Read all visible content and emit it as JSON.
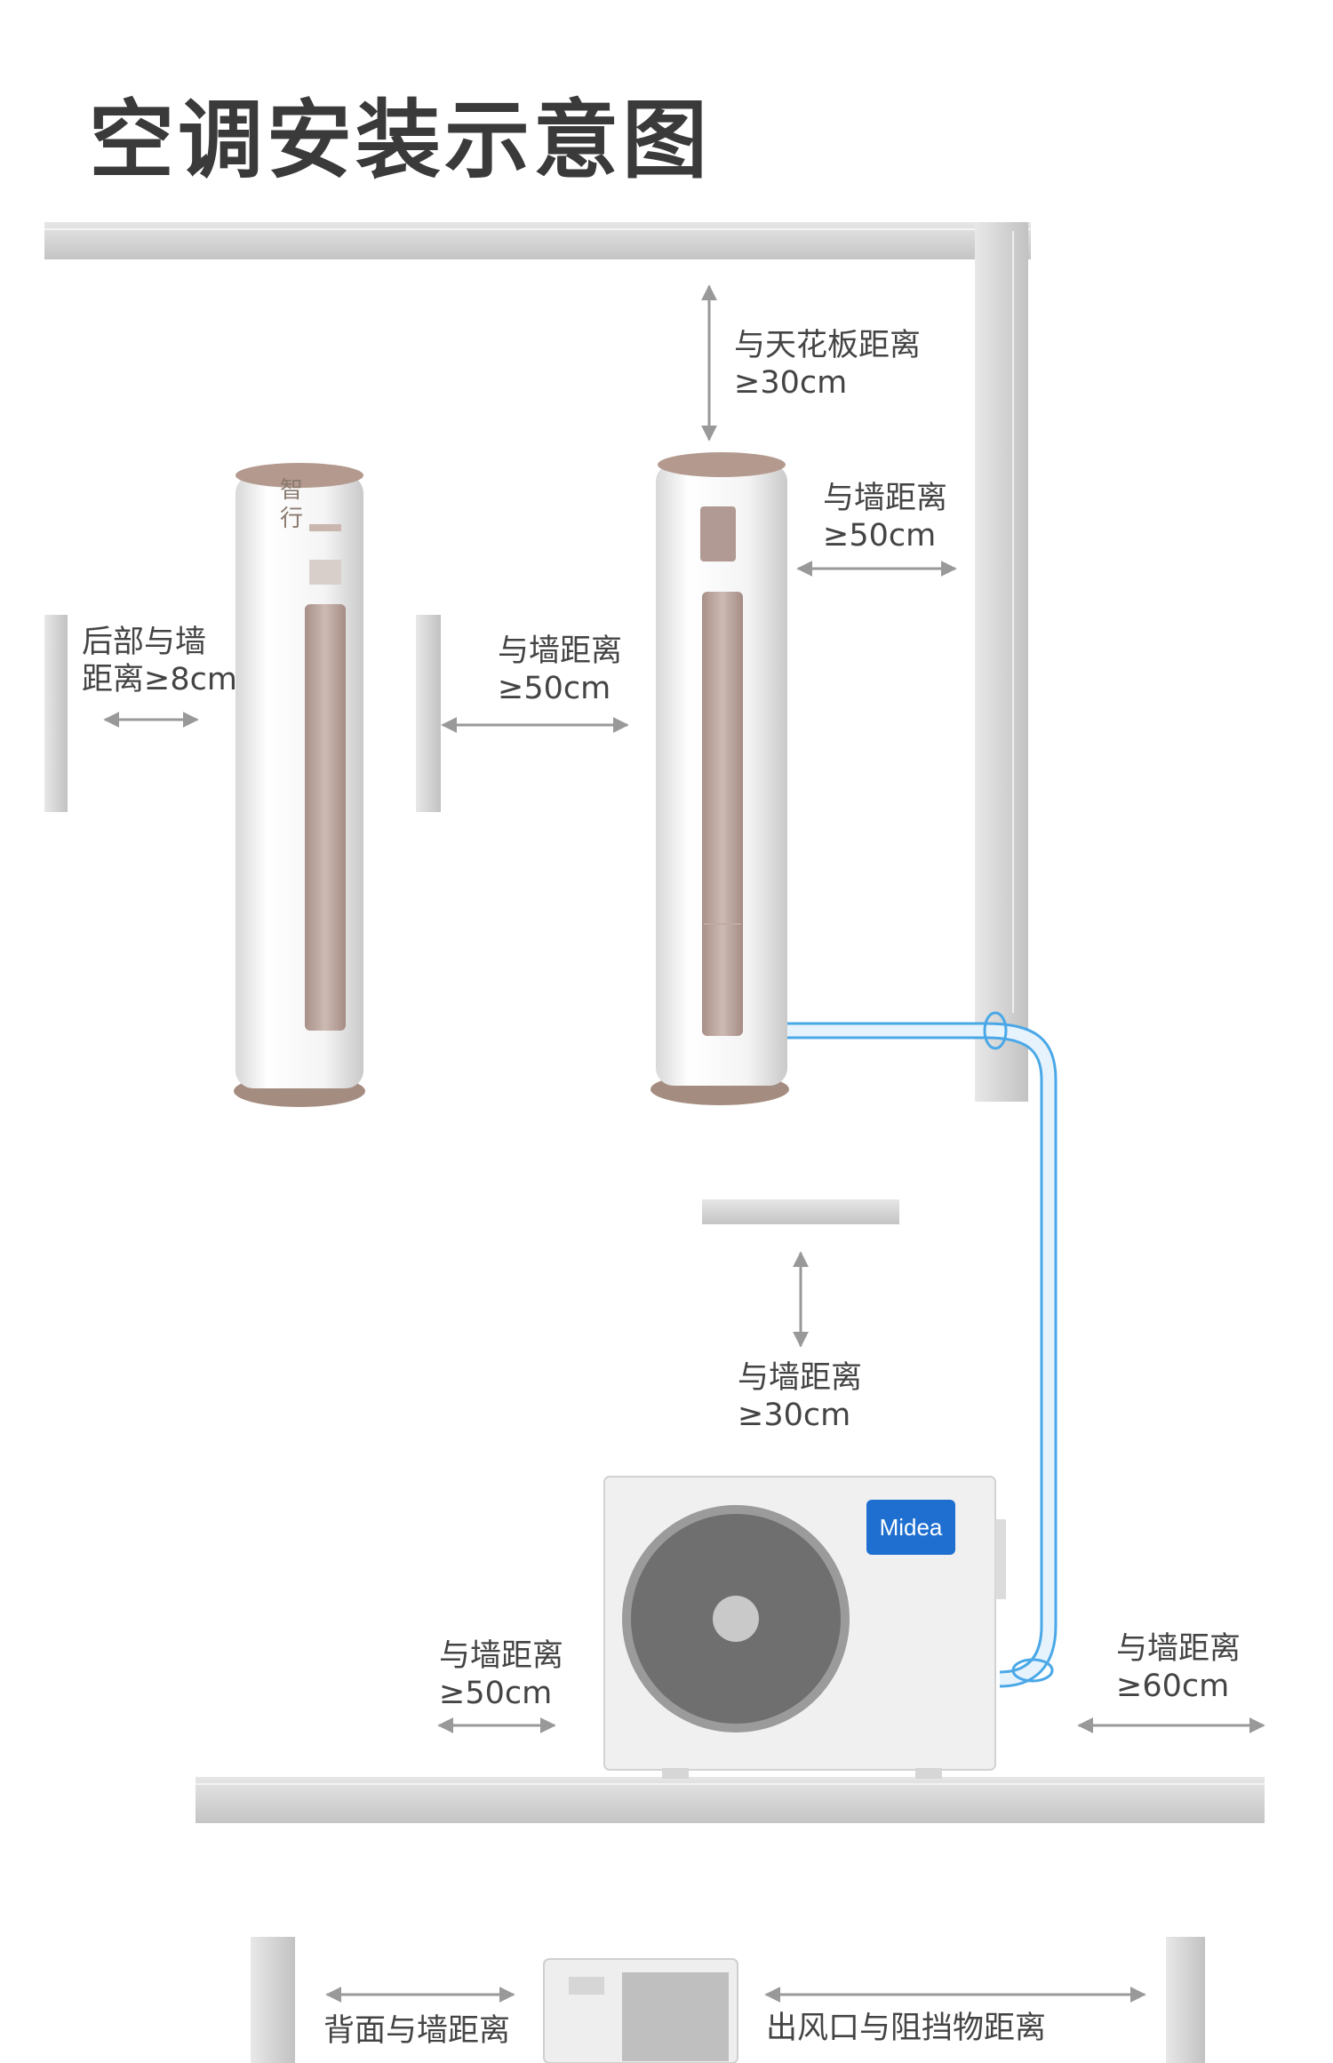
{
  "title": "空调安装示意图",
  "labels": {
    "ceiling": {
      "line1": "与天花板距离",
      "line2": "≥30cm"
    },
    "unit2_right_wall": {
      "line1": "与墙距离",
      "line2": "≥50cm"
    },
    "back_wall": {
      "line1": "后部与墙",
      "line2": "距离≥8cm"
    },
    "front_wall": {
      "line1": "与墙距离",
      "line2": "≥50cm"
    },
    "outdoor_top_wall": {
      "line1": "与墙距离",
      "line2": "≥30cm"
    },
    "outdoor_left_wall": {
      "line1": "与墙距离",
      "line2": "≥50cm"
    },
    "outdoor_right_wall": {
      "line1": "与墙距离",
      "line2": "≥60cm"
    },
    "outdoor_back_wall": "背面与墙距离",
    "outlet_obstacle": "出风口与阻挡物距离"
  },
  "brand": "Midea",
  "colors": {
    "wall": "#cfcfcf",
    "pipe": "#4aa8e8",
    "unit_panel": "#b7a49d",
    "brand_blue": "#1f6fd1"
  }
}
